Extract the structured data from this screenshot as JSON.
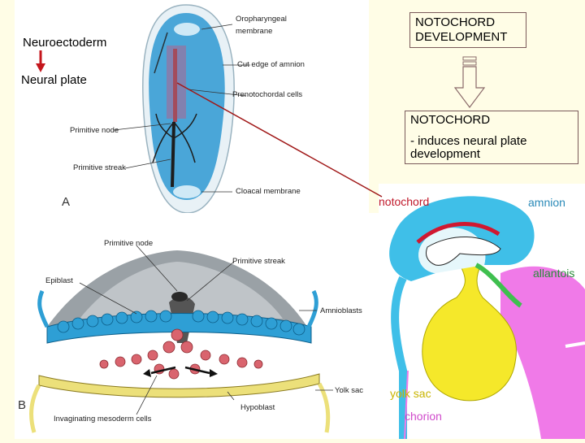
{
  "left_labels": {
    "neuroectoderm": "Neuroectoderm",
    "neural_plate": "Neural plate"
  },
  "figure_a": {
    "panel_letter": "A",
    "oropharyngeal": "Oropharyngeal membrane",
    "cut_edge": "Cut edge of amnion",
    "prenotochordal": "Prenotochordal cells",
    "primitive_node": "Primitive node",
    "primitive_streak": "Primitive streak",
    "cloacal": "Cloacal membrane"
  },
  "figure_b": {
    "panel_letter": "B",
    "primitive_node": "Primitive node",
    "primitive_streak": "Primitive streak",
    "epiblast": "Epiblast",
    "amnioblasts": "Amnioblasts",
    "yolk_sac": "Yolk sac",
    "hypoblast": "Hypoblast",
    "invaginating": "Invaginating mesoderm cells"
  },
  "title_box": {
    "line1": "NOTOCHORD",
    "line2": "DEVELOPMENT"
  },
  "notochord_box": {
    "title": "NOTOCHORD",
    "desc": "- induces neural plate development"
  },
  "embryo": {
    "notochord": "notochord",
    "amnion": "amnion",
    "allantois": "allantois",
    "yolk_sac": "yolk sac",
    "chorion": "chorion"
  },
  "colors": {
    "background": "#fffde6",
    "amnion_blue": "#3fbfe8",
    "yolk_yellow": "#f5e82a",
    "chorion_pink": "#f07ae8",
    "allantois_green": "#3fbf4f",
    "notochord_red": "#d01830",
    "link_line": "#a01818"
  }
}
